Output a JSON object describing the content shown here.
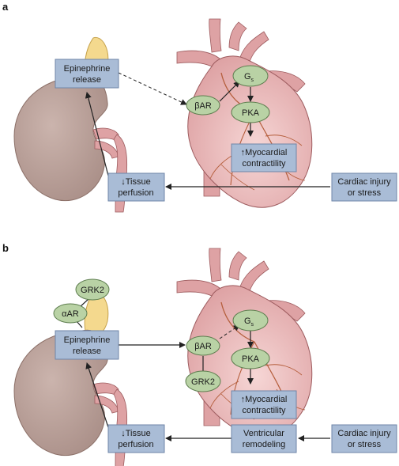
{
  "panels": [
    {
      "letter": "a",
      "epinephrine": [
        "Epinephrine",
        "release"
      ],
      "beta_ar": "βAR",
      "gs": "G",
      "gs_sub": "s",
      "pka": "PKA",
      "myocardial": [
        "↑Myocardial",
        "contractility"
      ],
      "tissue": [
        "↓Tissue",
        "perfusion"
      ],
      "injury": [
        "Cardiac injury",
        "or stress"
      ]
    },
    {
      "letter": "b",
      "grk2_adrenal": "GRK2",
      "alpha_ar": "αAR",
      "epinephrine": [
        "Epinephrine",
        "release"
      ],
      "beta_ar": "βAR",
      "grk2_heart": "GRK2",
      "gs": "G",
      "gs_sub": "s",
      "pka": "PKA",
      "myocardial": [
        "↑Myocardial",
        "contractility"
      ],
      "tissue": [
        "↓Tissue",
        "perfusion"
      ],
      "remodeling": [
        "Ventricular",
        "remodeling"
      ],
      "injury": [
        "Cardiac injury",
        "or stress"
      ]
    }
  ],
  "colors": {
    "box_fill": "#a9bcd6",
    "box_stroke": "#6f86a8",
    "node_fill": "#b9d2a5",
    "node_stroke": "#5d7d4e",
    "heart_fill": "#e9b7b7",
    "heart_stroke": "#9d5b5e",
    "kidney_fill": "#c2a9a2",
    "adrenal_fill": "#f4d98e"
  }
}
